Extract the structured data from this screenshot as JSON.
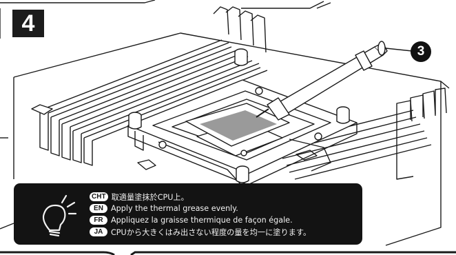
{
  "step": {
    "number": "4"
  },
  "callout": {
    "number": "3"
  },
  "note": {
    "icon": "lightbulb-icon",
    "lines": [
      {
        "tag": "CHT",
        "text": "取適量塗抹於CPU上。"
      },
      {
        "tag": "EN",
        "text": "Apply the thermal grease evenly."
      },
      {
        "tag": "FR",
        "text": "Appliquez la graisse thermique de façon égale."
      },
      {
        "tag": "JA",
        "text": "CPUから大きくはみ出さない程度の量を均一に塗ります。"
      }
    ]
  },
  "colors": {
    "dark": "#131313",
    "paste": "#9a9a9a",
    "line": "#1a1a1a"
  }
}
